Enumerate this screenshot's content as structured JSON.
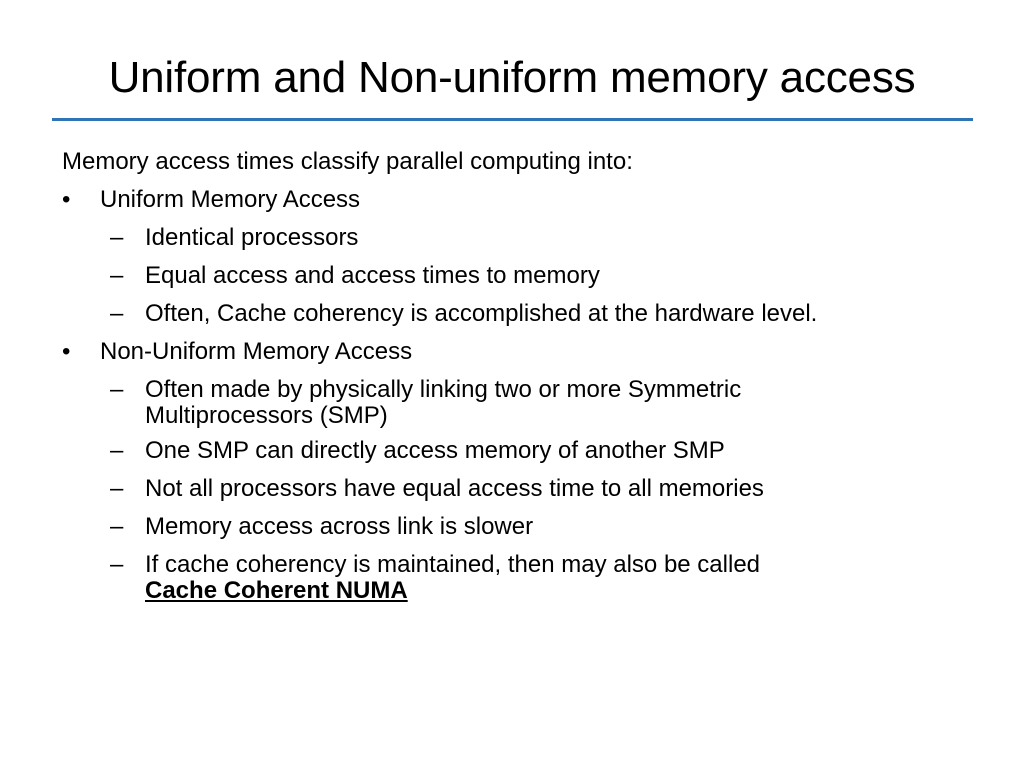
{
  "slide": {
    "title": "Uniform and Non-uniform memory access",
    "intro": "Memory access times classify parallel computing into:",
    "bullet_glyph": "•",
    "dash_glyph": "–",
    "uma": {
      "label": "Uniform Memory Access",
      "items": [
        "Identical processors",
        "Equal access and access times to memory",
        "Often, Cache coherency is accomplished at the hardware level."
      ]
    },
    "numa": {
      "label": "Non-Uniform Memory Access",
      "item_1_line_1": "Often made by physically linking two or more Symmetric",
      "item_1_line_2": "Multiprocessors (SMP)",
      "item_2": "One SMP can directly access memory of another SMP",
      "item_3": "Not all processors have equal access time to all memories",
      "item_4": "Memory access across link is slower",
      "item_5_line_1": "If cache coherency is maintained, then may also be called",
      "item_5_emphasis": "Cache Coherent NUMA"
    },
    "accent_color": "#2e75b6"
  }
}
